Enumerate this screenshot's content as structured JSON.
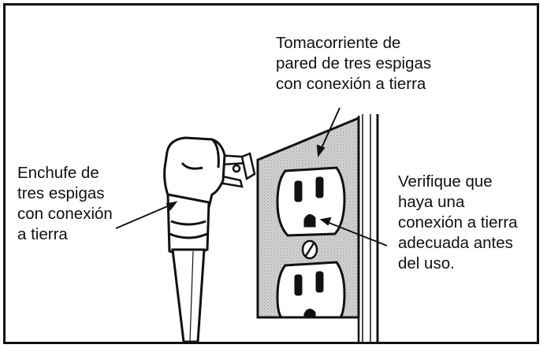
{
  "labels": {
    "outlet": [
      "Tomacorriente de",
      "pared de tres espigas",
      "con conexión a tierra"
    ],
    "plug": [
      "Enchufe de",
      "tres espigas",
      "con conexión",
      "a tierra"
    ],
    "check": [
      "Verifique que",
      "haya una",
      "conexión a tierra",
      "adecuada antes",
      "del uso."
    ]
  },
  "colors": {
    "ink": "#111111",
    "plate": "#cfcfcf",
    "paper": "#ffffff"
  }
}
